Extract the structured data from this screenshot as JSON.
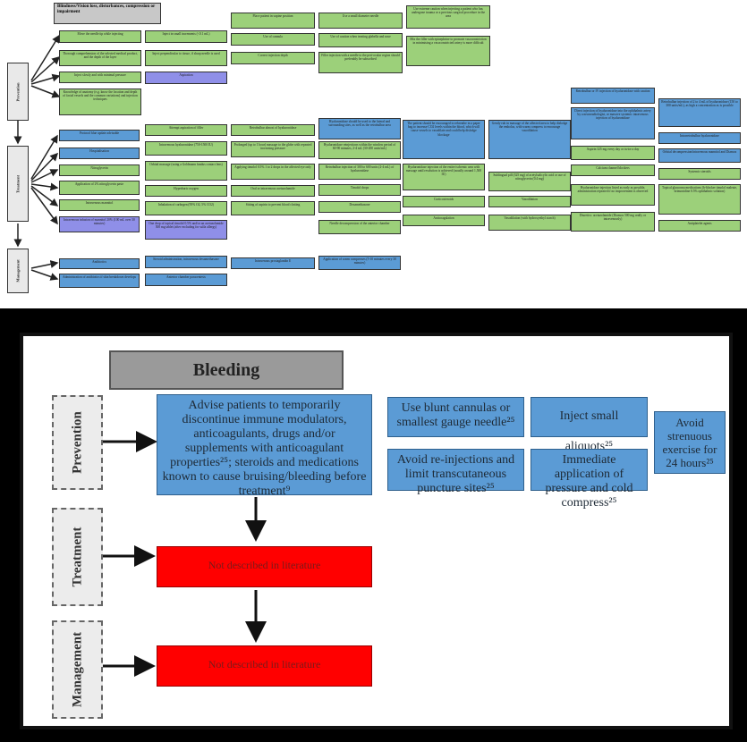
{
  "top": {
    "title": "Blindness/Vision loss, disturbances, compression or impairment",
    "sections": [
      "Prevention",
      "Treatment",
      "Management"
    ],
    "prevention_col1": [
      "Move the needle tip while injecting",
      "Thorough comprehension of the selected medical product, and the depth of the layer",
      "Inject slowly and with minimal pressure",
      "Knowledge of anatomy (e.g. know the location and depth of facial vessels and the common variations) and injection techniques"
    ],
    "prevention_col2": [
      "Inject in small increments (<0.1 mL)",
      "Inject perpendicular to tissue, if sharp needle is used",
      "Aspiration"
    ],
    "prevention_col3": [
      "Place patient in supine position",
      "Use of cannula",
      "Correct injection depth"
    ],
    "prevention_col4": [
      "Use a small diameter needle",
      "Use of caution when treating glabella and nose",
      "Filler injection with a needle to the peri-ocular region should preferably be subscribed"
    ],
    "prevention_col5": [
      "Use extreme caution when injecting a patient who has undergone trauma or a previous surgical procedure in the area",
      "Mix the filler with epinephrine to promote vasoconstriction in minimising a vasoconstricted artery is more difficult"
    ],
    "treatment_col1": [
      "Protocol blue update advisable",
      "Hospitalisation",
      "Nitroglycerin",
      "Application of 2% nitroglycerin paste",
      "Intravenous mannitol",
      "Intravenous infusion of mannitol 20% (100 mL over 30 minutes)"
    ],
    "treatment_col2": [
      "Attempt aspiration of filler",
      "Intravenous hyaluronidase (750-1500 IU)",
      "Orbital massage (using a Goldmann fundus contact lens)",
      "Hyperbaric oxygen",
      "Inhalation of carbogen (95% O2, 5% CO2)",
      "One drop of topical timolol 0.5% and/or an acetazolamide 500 mg tablet (after excluding for sulfa allergy)"
    ],
    "treatment_col3": [
      "Retrobulbar almost of hyaluronidase",
      "Prolonged (up to 1 hour) massage to the globe with repeated increasing pressure",
      "Applying timolol 0.5% 1 to 2 drops in the affected eye only",
      "Oral or intravenous acetazolamide",
      "Sitting of aspirin to prevent blood clotting"
    ],
    "treatment_col4": [
      "Hyaluronidase should be used to the lateral and surrounding sites, as well as the retrobulbar area",
      "Hyaluronidase reinjections within the window period of 60-90 minutes, 2-4 mL (30-200 units/mL)",
      "Retrobulbar injection of 300 to 600 units (2-4 mL) of hyaluronidase",
      "Timolol drops",
      "Dexamethasone",
      "Needle decompression of the anterior chamber"
    ],
    "treatment_col5": [
      "The patient should be encouraged to rebreathe in a paper bag to increase CO2 levels within the blood, which will cause vessels to vasodilate and could help dislodge blockage",
      "Hyaluronidase injection of the entire ischemic area with massage until resolution is achieved (usually around 1,500 IU)",
      "Corticosteroids",
      "Anticoagulation"
    ],
    "treatment_col6": [
      "Gently rub in massage of the affected area to help dislodge the embolus, with warm compress to encourage vasodilation",
      "Sublingual pill (325 mg) of acetylsalicylic acid or use of nitroglycerin (0.4 mg)",
      "Vasodilation",
      "Vasodilation (with hydroxyethyl starch)"
    ],
    "treatment_col7": [
      "Retrobulbar or IV injection of hyaluronidase with caution",
      "Direct injection of hyaluronidase into the ophthalmic artery by a neuroradiologist, or massive systemic intravenous injection of hyaluronidase",
      "Aspirin 325 mg every day or twice a day",
      "Calcium channel blockers",
      "Hyaluronidase injection listed as early as possible, administration repeated if no improvement is observed",
      "Diuretics: acetazolamide (Diamox 500 mg orally or intravenously)"
    ],
    "treatment_col8": [
      "Retrobulbar injection of 2 to 4 mL of hyaluronidase (150 to 300 units/mL), as high a concentration as is possible",
      "Intraretrobulbar hyaluronidase",
      "Orbital decompression/intravenous mannitol and Diamox",
      "Systemic steroids",
      "Topical glaucoma medications (b-blocker timolol maleate, brimonidine 0.5% ophthalmic solution)",
      "Antiplatelet agents"
    ],
    "management": [
      "Antibiotics",
      "Administration of antibiotics if skin breakdown develops",
      "Steroid administration, intravenous dexamethasone",
      "Anterior chamber paracentesis",
      "Intravenous prostaglandin E",
      "Application of warm compresses (5-10 minutes every 30 minutes)"
    ]
  },
  "bottom": {
    "title": "Bleeding",
    "sections": {
      "prevention": "Prevention",
      "treatment": "Treatment",
      "management": "Management"
    },
    "prevention_boxes": {
      "advise": "Advise patients to temporarily discontinue immune modulators, anticoagulants, drugs and/or supplements with anticoagulant properties²⁵; steroids and medications known to cause bruising/bleeding before treatment⁹",
      "blunt": "Use blunt cannulas or smallest gauge needle²⁵",
      "small": "Inject small aliquots²⁵",
      "avoid_ex": "Avoid strenuous exercise for 24 hours²⁵",
      "avoid_re": "Avoid re-injections and limit transcutaneous puncture sites²⁵",
      "pressure": "Immediate application of pressure and cold compress²⁵"
    },
    "treatment_text": "Not described in literature",
    "management_text": "Not described in literature"
  },
  "colors": {
    "green": "#9cd07a",
    "blue": "#5b9bd5",
    "violet": "#8f8fe8",
    "red": "#ff0000",
    "grey": "#9a9a9a"
  }
}
